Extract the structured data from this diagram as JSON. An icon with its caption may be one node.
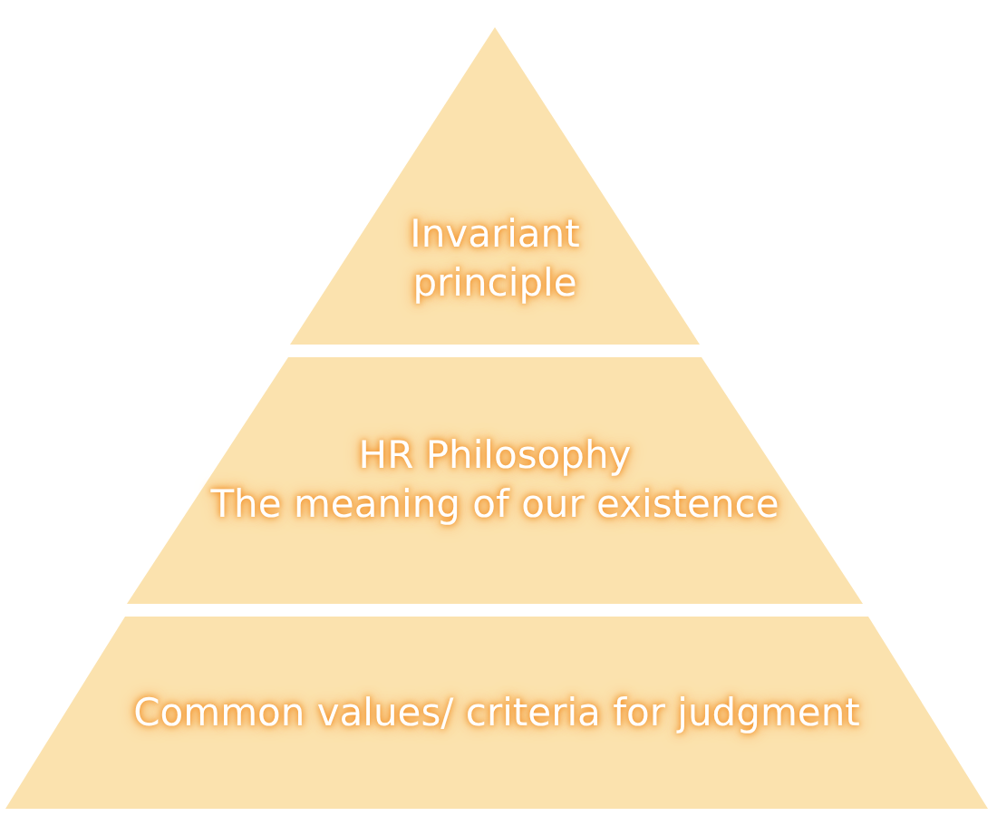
{
  "diagram": {
    "nodes": [
      {
        "text": [
          "Invariant principle"
        ]
      },
      {
        "text": [
          "HR Philosophy",
          "The meaning of our existence"
        ]
      },
      {
        "text": [
          "Common values/ criteria for judgment"
        ]
      }
    ]
  }
}
